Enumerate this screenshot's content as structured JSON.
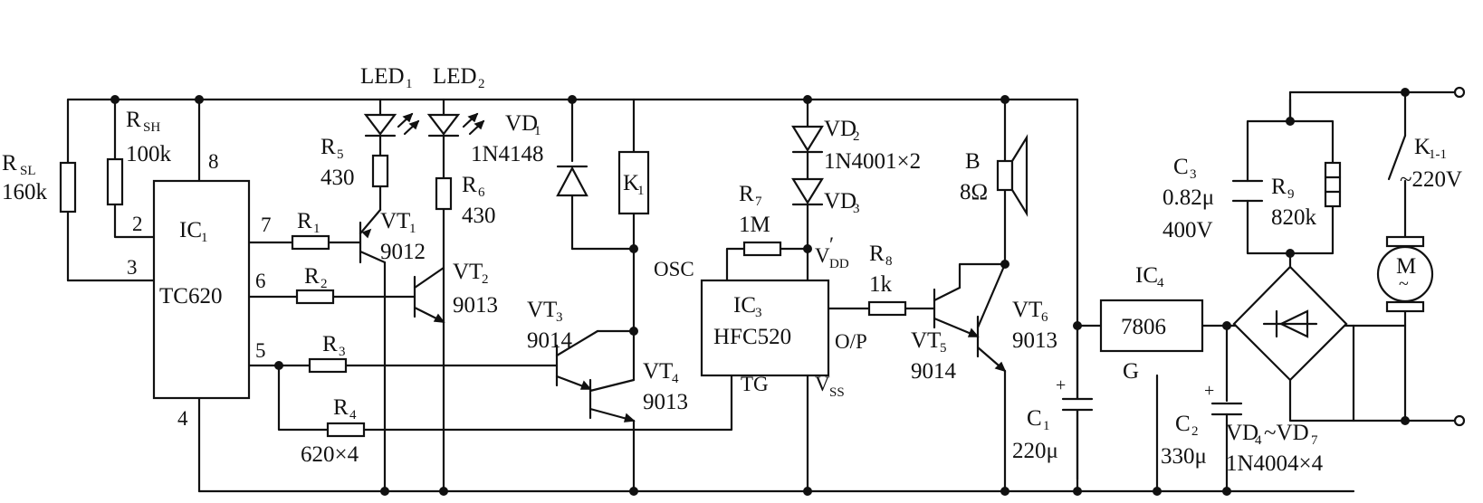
{
  "ic1": {
    "name": "IC",
    "sub": "1",
    "part": "TC620",
    "pins": {
      "p2": "2",
      "p3": "3",
      "p4": "4",
      "p5": "5",
      "p6": "6",
      "p7": "7",
      "p8": "8"
    }
  },
  "rsl": {
    "name": "R",
    "sub": "SL",
    "value": "160k"
  },
  "rsh": {
    "name": "R",
    "sub": "SH",
    "value": "100k"
  },
  "r1": {
    "name": "R",
    "sub": "1"
  },
  "r2": {
    "name": "R",
    "sub": "2"
  },
  "r3": {
    "name": "R",
    "sub": "3"
  },
  "r4": {
    "name": "R",
    "sub": "4",
    "value": "620×4"
  },
  "r5": {
    "name": "R",
    "sub": "5",
    "value": "430"
  },
  "r6": {
    "name": "R",
    "sub": "6",
    "value": "430"
  },
  "r7": {
    "name": "R",
    "sub": "7",
    "value": "1M"
  },
  "r8": {
    "name": "R",
    "sub": "8",
    "value": "1k"
  },
  "r9": {
    "name": "R",
    "sub": "9",
    "value": "820k"
  },
  "led1": {
    "name": "LED",
    "sub": "1"
  },
  "led2": {
    "name": "LED",
    "sub": "2"
  },
  "vt1": {
    "name": "VT",
    "sub": "1",
    "part": "9012"
  },
  "vt2": {
    "name": "VT",
    "sub": "2",
    "part": "9013"
  },
  "vt3": {
    "name": "VT",
    "sub": "3",
    "part": "9014"
  },
  "vt4": {
    "name": "VT",
    "sub": "4",
    "part": "9013"
  },
  "vt5": {
    "name": "VT",
    "sub": "5",
    "part": "9014"
  },
  "vt6": {
    "name": "VT",
    "sub": "6",
    "part": "9013"
  },
  "vd1": {
    "name": "VD",
    "sub": "1",
    "part": "1N4148"
  },
  "vd2": {
    "name": "VD",
    "sub": "2",
    "part": "1N4001×2"
  },
  "vd3": {
    "name": "VD",
    "sub": "3"
  },
  "k1": {
    "name": "K",
    "sub": "1"
  },
  "k11": {
    "name": "K",
    "sub": "1-1",
    "value": "~220V"
  },
  "ic3": {
    "name": "IC",
    "sub": "3",
    "part": "HFC520",
    "pins": {
      "osc": "OSC",
      "op": "O/P",
      "tg": "TG",
      "vdd": "V",
      "vdd_sub": "DD",
      "vdd_prime": "′",
      "vss": "V",
      "vss_sub": "SS"
    }
  },
  "speaker": {
    "name": "B",
    "value": "8Ω"
  },
  "c1": {
    "name": "C",
    "sub": "1",
    "value": "220μ"
  },
  "c2": {
    "name": "C",
    "sub": "2",
    "value": "330μ"
  },
  "c3": {
    "name": "C",
    "sub": "3",
    "value": "0.82μ",
    "rating": "400V"
  },
  "ic4": {
    "name": "IC",
    "sub": "4",
    "part": "7806",
    "pin_g": "G"
  },
  "bridge": {
    "label": "VD",
    "sub_a": "4",
    "sep": "~VD",
    "sub_b": "7",
    "part": "1N4004×4"
  },
  "motor": {
    "name": "M",
    "symbol": "~"
  }
}
